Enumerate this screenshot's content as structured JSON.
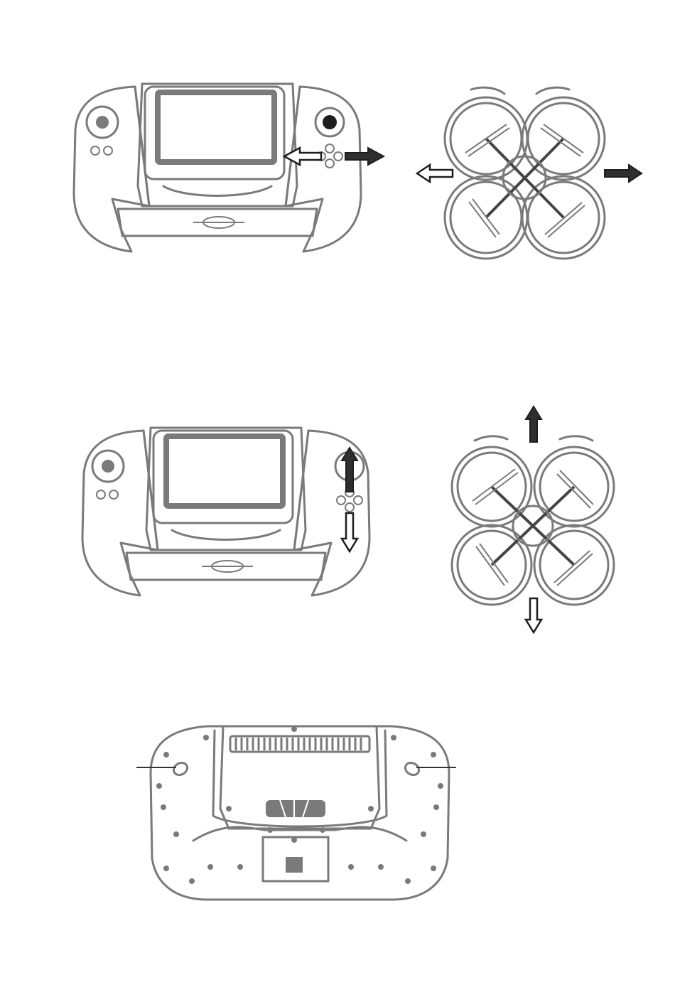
{
  "figures": {
    "remote_roll": {
      "stick": "right-stick",
      "motion": "left-right"
    },
    "drone_roll": {
      "motion": "left-right"
    },
    "remote_pitch": {
      "stick": "right-stick",
      "motion": "up-down"
    },
    "drone_pitch": {
      "motion": "forward-backward"
    },
    "remote_back": {
      "callouts": 2
    }
  },
  "icons": [
    "arrow-left-outline-icon",
    "arrow-right-solid-icon",
    "arrow-up-solid-icon",
    "arrow-down-outline-icon"
  ],
  "colors": {
    "outline": "#7a7a7a",
    "arrow_solid": "#2f2f2f",
    "arrow_stroke": "#1e1e1e",
    "background": "#ffffff"
  }
}
